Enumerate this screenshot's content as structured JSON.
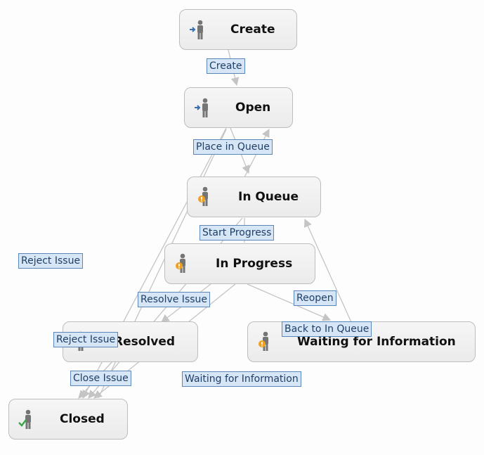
{
  "nodes": {
    "create": {
      "title": "Create",
      "status": "initial"
    },
    "open": {
      "title": "Open",
      "status": "initial"
    },
    "in_queue": {
      "title": "In Queue",
      "status": "pending"
    },
    "in_progress": {
      "title": "In Progress",
      "status": "pending"
    },
    "resolved": {
      "title": "Resolved",
      "status": "none"
    },
    "waiting": {
      "title": "Waiting for Information",
      "status": "pending"
    },
    "closed": {
      "title": "Closed",
      "status": "done"
    }
  },
  "transitions": {
    "create": "Create",
    "place_in_queue": "Place in Queue",
    "start_progress": "Start Progress",
    "reject_issue_left": "Reject Issue",
    "resolve_issue": "Resolve Issue",
    "reopen": "Reopen",
    "back_to_in_queue": "Back to In Queue",
    "reject_issue": "Reject Issue",
    "close_issue": "Close Issue",
    "waiting_for_information": "Waiting for Information"
  },
  "colors": {
    "node_border": "#bdbdbd",
    "label_bg": "#d6e6f6",
    "label_border": "#5b86b8",
    "arrow": "#bdbdbd",
    "person": "#757575",
    "initial_marker": "#3a6fb0",
    "pending_marker": "#f0a020",
    "done_marker": "#3aa64a"
  }
}
